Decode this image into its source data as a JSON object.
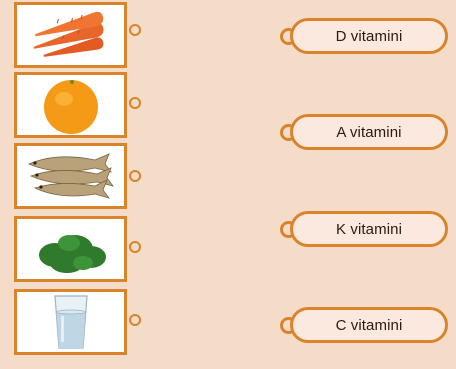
{
  "items": [
    {
      "name": "carrots",
      "icon": "carrots-icon"
    },
    {
      "name": "orange",
      "icon": "orange-icon"
    },
    {
      "name": "fish",
      "icon": "fish-icon"
    },
    {
      "name": "spinach",
      "icon": "spinach-icon"
    },
    {
      "name": "glass-of-water",
      "icon": "water-glass-icon"
    }
  ],
  "answers": [
    {
      "label": "D vitamini"
    },
    {
      "label": "A vitamini"
    },
    {
      "label": "K vitamini"
    },
    {
      "label": "C vitamini"
    }
  ],
  "colors": {
    "background": "#f4dcc8",
    "accent": "#d9842b",
    "pill_fill": "#fbe9df",
    "text": "#2a1a12"
  }
}
